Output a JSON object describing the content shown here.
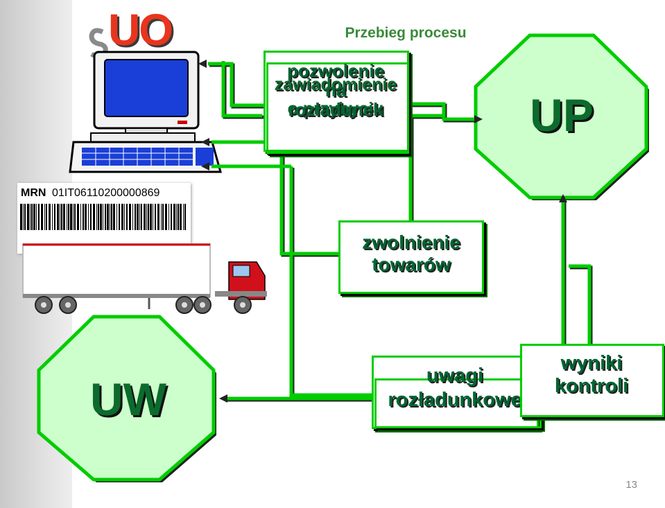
{
  "header": {
    "logo_text": "UO",
    "title": "Przebieg procesu"
  },
  "barcode": {
    "label": "MRN",
    "number": "01IT06110200000869"
  },
  "nodes": {
    "up": "UP",
    "uw": "UW",
    "top_box": {
      "lines_back": [
        "zawiadomienie",
        "o przybyciu"
      ],
      "lines_front": [
        "pozwolenie",
        "na",
        "rozładunek"
      ]
    },
    "release_box": [
      "zwolnienie",
      "towarów"
    ],
    "remarks_box": [
      "uwagi",
      "rozładunkowe"
    ],
    "results_box": [
      "wyniki",
      "kontroli"
    ]
  },
  "colors": {
    "arrow_green": "#00cc00",
    "octagon_fill": "#ccffcc",
    "text_green": "#006633"
  },
  "page_number": "13"
}
